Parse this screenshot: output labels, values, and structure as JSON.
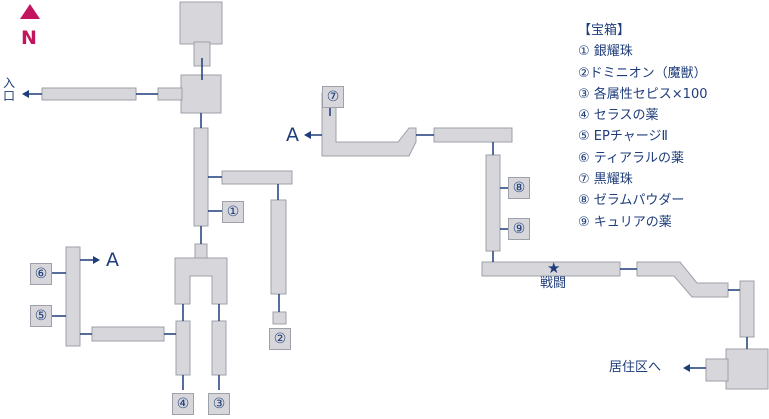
{
  "compass": {
    "label": "N",
    "color": "#c2155d"
  },
  "legend": {
    "title": "【宝箱】",
    "items": [
      "① 銀耀珠",
      "②ドミニオン（魔獣）",
      "③ 各属性セピス×100",
      "④ セラスの薬",
      "⑤ EPチャージⅡ",
      "⑥ ティアラルの薬",
      "⑦ 黒耀珠",
      "⑧ ゼラムパウダー",
      "⑨ キュリアの薬"
    ]
  },
  "exits": {
    "entrance": "入口",
    "a_right": "A",
    "a_left": "A",
    "residential": "居住区へ"
  },
  "battle": {
    "icon": "star-icon",
    "label": "戦闘"
  },
  "chests": [
    {
      "id": "1",
      "label": "①"
    },
    {
      "id": "2",
      "label": "②"
    },
    {
      "id": "3",
      "label": "③"
    },
    {
      "id": "4",
      "label": "④"
    },
    {
      "id": "5",
      "label": "⑤"
    },
    {
      "id": "6",
      "label": "⑥"
    },
    {
      "id": "7",
      "label": "⑦"
    },
    {
      "id": "8",
      "label": "⑧"
    },
    {
      "id": "9",
      "label": "⑨"
    }
  ],
  "colors": {
    "floor": "#d6d6db",
    "floor_border": "#9da1aa",
    "line": "#1f3d7a",
    "text": "#1f3d7a"
  }
}
